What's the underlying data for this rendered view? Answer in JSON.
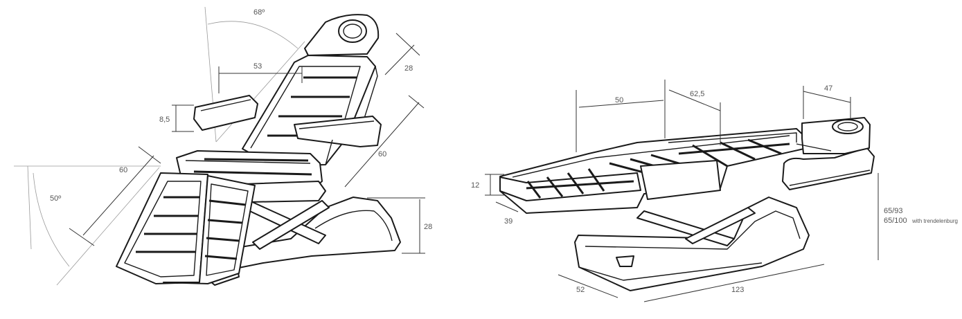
{
  "left_view": {
    "dimensions": {
      "backrest_angle": "68º",
      "seat_width": "53",
      "headrest_length": "28",
      "armrest_height": "8,5",
      "backrest_length": "60",
      "legrest_length": "60",
      "legrest_angle": "50º",
      "base_height": "28"
    }
  },
  "right_view": {
    "dimensions": {
      "seat_length": "50",
      "middle_length": "62,5",
      "headrest_length": "47",
      "cushion_thickness": "12",
      "foot_section": "39",
      "height_standard": "65/93",
      "height_trend_value": "65/100",
      "height_trend_note": "with trendelenburg",
      "base_width": "52",
      "total_length": "123"
    }
  },
  "colors": {
    "line": "#1a1a1a",
    "dimension_text": "#555555",
    "guide": "#999999"
  }
}
